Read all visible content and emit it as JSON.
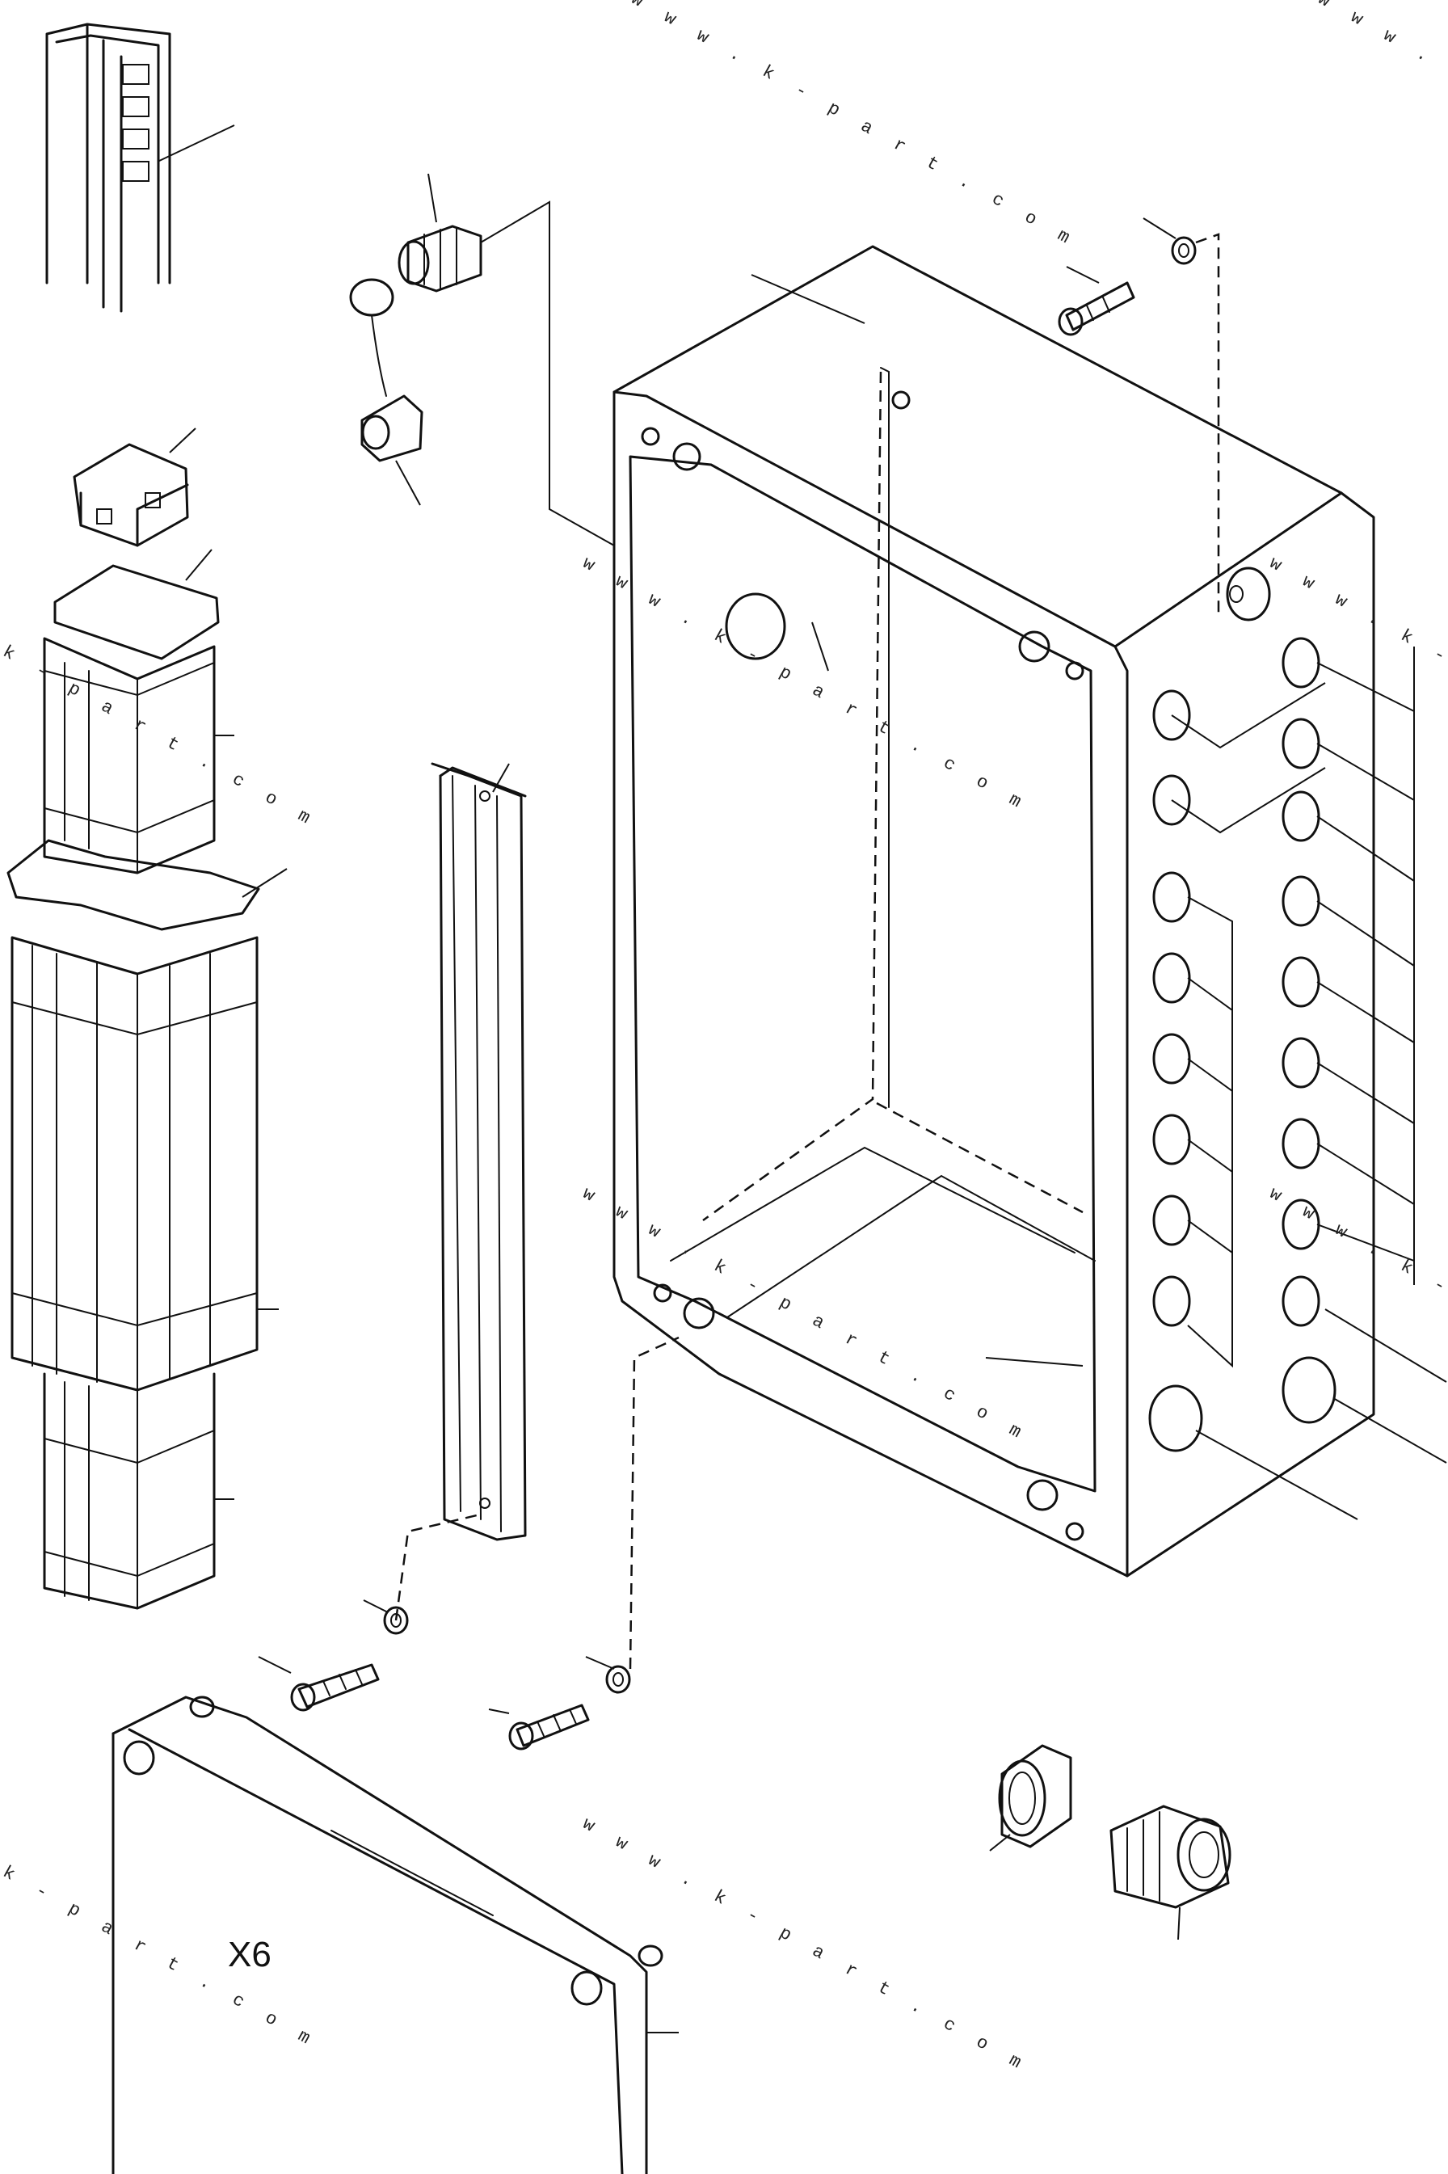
{
  "diagram": {
    "label_x6": "X6",
    "watermarks": [
      "w w w . k - p a r t . c o m",
      "w w w . k - p a r t . c o m",
      "w w w . k - p a r t . c o m",
      "w w w . k - p a r t . c o m",
      "w w w . k - p a r t . c o m",
      "w w w . k - p a r t . c o m",
      "w w w . k - p a r t . c o m",
      "w w w . k - p a r t . c o m",
      "w w w . k - p a r t . c o m"
    ]
  }
}
